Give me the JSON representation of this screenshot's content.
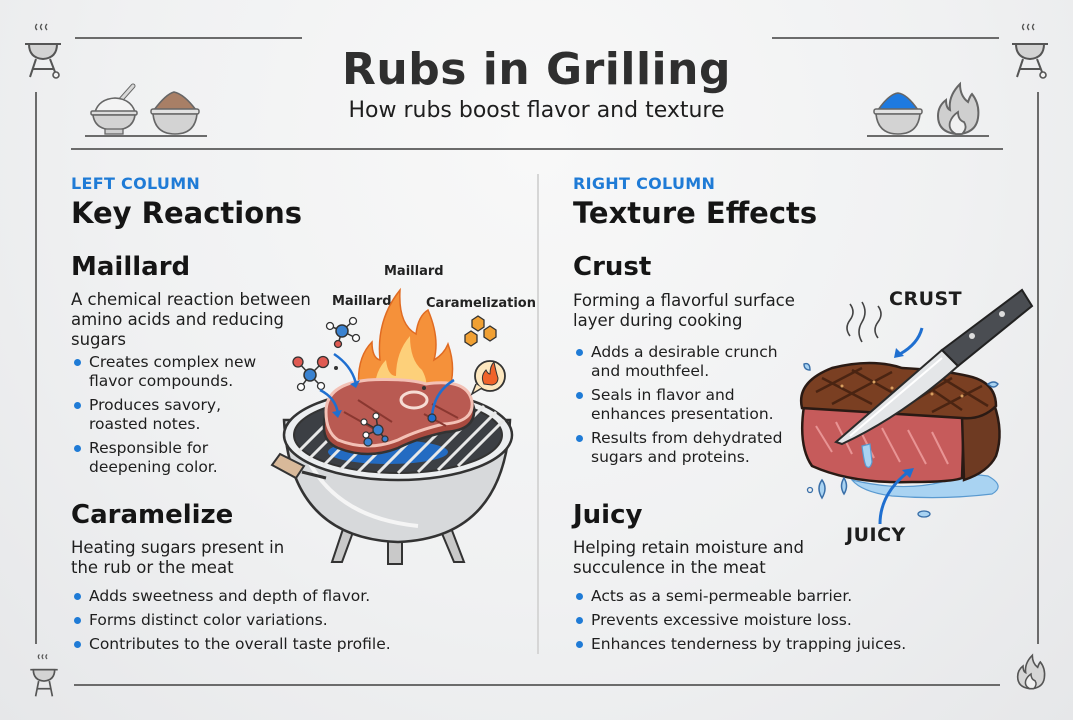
{
  "header": {
    "title": "Rubs in Grilling",
    "subtitle": "How rubs boost flavor and texture"
  },
  "decor_icons": {
    "top_left": "grill-icon",
    "top_left_bowls": [
      "salt-bowl-icon",
      "spice-bowl-icon"
    ],
    "top_right": "grill-icon",
    "top_right_items": [
      "blue-rub-bowl-icon",
      "flame-icon"
    ],
    "bottom_left": "grill-icon",
    "bottom_right": "flame-icon"
  },
  "colors": {
    "accent_blue": "#1f7bd6",
    "text_dark": "#1c1c1c",
    "title_gray": "#2f2f2f",
    "frame_gray": "#6b6b6b",
    "meat_red": "#b5504a",
    "crust_brown": "#6e3a22",
    "flame_orange": "#f39a3c"
  },
  "left_column": {
    "label": "LEFT COLUMN",
    "heading": "Key Reactions",
    "sections": [
      {
        "title": "Maillard",
        "description": "A chemical reaction between amino acids and reducing sugars",
        "bullets": [
          "Creates complex new flavor compounds.",
          "Produces savory, roasted notes.",
          "Responsible for deepening color."
        ]
      },
      {
        "title": "Caramelize",
        "description": "Heating sugars present in the rub or the meat",
        "bullets": [
          "Adds sweetness and depth of flavor.",
          "Forms distinct color variations.",
          "Contributes to the overall taste profile."
        ]
      }
    ],
    "illustration": {
      "name": "grill-with-steak",
      "labels": {
        "top": "Maillard",
        "left": "Maillard",
        "right": "Caramelization"
      }
    }
  },
  "right_column": {
    "label": "RIGHT COLUMN",
    "heading": "Texture Effects",
    "sections": [
      {
        "title": "Crust",
        "description": "Forming a flavorful surface layer during cooking",
        "bullets": [
          "Adds a desirable crunch and mouthfeel.",
          "Seals in flavor and enhances presentation.",
          "Results from dehydrated sugars and proteins."
        ]
      },
      {
        "title": "Juicy",
        "description": "Helping retain moisture and succulence in the meat",
        "bullets": [
          "Acts as a semi-permeable barrier.",
          "Prevents excessive moisture loss.",
          "Enhances tenderness by trapping juices."
        ]
      }
    ],
    "illustration": {
      "name": "sliced-steak-with-knife",
      "labels": {
        "top": "CRUST",
        "bottom": "JUICY"
      }
    }
  }
}
